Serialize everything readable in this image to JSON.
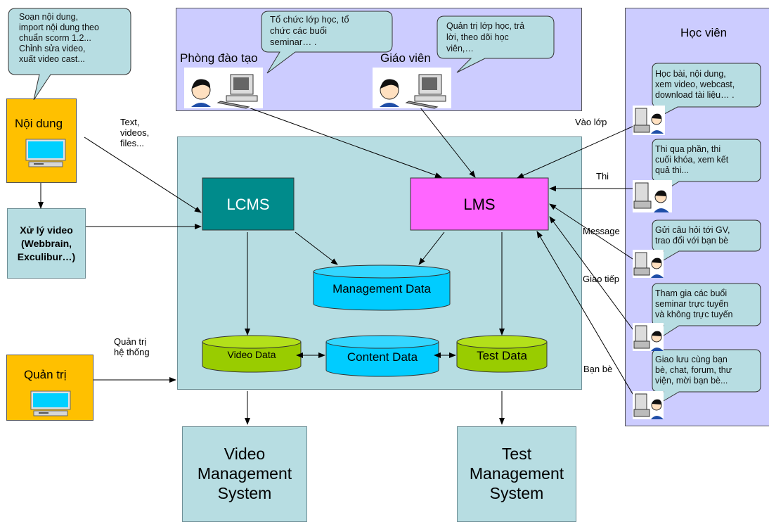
{
  "top_panel": {
    "phong_dao_tao": "Phòng đào tạo",
    "giao_vien": "Giáo viên",
    "callout_phong": [
      "Tổ chức lớp học, tổ",
      "chức các buổi",
      "seminar… ."
    ],
    "callout_giaovien": [
      "Quản trị lớp học, trả",
      "lời, theo dõi học",
      "viên,…"
    ]
  },
  "left": {
    "noi_dung": "Nội dung",
    "callout_noidung": [
      "Soạn nội dung,",
      "import nội dung theo",
      "chuẩn scorm 1.2...",
      "Chỉnh sửa video,",
      "xuất video cast..."
    ],
    "xu_ly_video": [
      "Xử lý video",
      "(Webbrain,",
      "Exculibur…)"
    ],
    "quan_tri": "Quản trị"
  },
  "center": {
    "lcms": "LCMS",
    "lms": "LMS",
    "management_data": "Management Data",
    "video_data": "Video Data",
    "content_data": "Content Data",
    "test_data": "Test Data"
  },
  "edge_labels": {
    "text_videos_files": [
      "Text,",
      "videos,",
      "files..."
    ],
    "quan_tri_he_thong": [
      "Quản trị",
      "hệ thống"
    ],
    "vao_lop": "Vào lớp",
    "thi": "Thi",
    "message": "Message",
    "giao_tiep": "Giao tiếp",
    "ban_be": "Bạn bè"
  },
  "right": {
    "hoc_vien": "Học viên",
    "callouts": [
      [
        "Học bài, nội dung,",
        "xem video, webcast,",
        "download tài liệu… ."
      ],
      [
        "Thi qua phần, thi",
        "cuối khóa, xem kết",
        "quả thi..."
      ],
      [
        "Gửi câu hỏi tới GV,",
        "trao đổi với bạn bè"
      ],
      [
        "Tham gia các buổi",
        "seminar trực tuyến",
        "và không trực tuyến"
      ],
      [
        "Giao lưu cùng bạn",
        "bè, chat, forum, thư",
        "viện, mời bạn bè..."
      ]
    ]
  },
  "bottom": {
    "video_ms": [
      "Video",
      "Management",
      "System"
    ],
    "test_ms": [
      "Test",
      "Management",
      "System"
    ]
  },
  "colors": {
    "teal_panel": "#b7dde2",
    "lavender_panel": "#ccccff",
    "orange": "#ffc000",
    "lcms": "#008b8b",
    "lms": "#ff66ff",
    "cyan_db": "#00ccff",
    "green_db": "#99cc00",
    "callout": "#b7dde2"
  }
}
